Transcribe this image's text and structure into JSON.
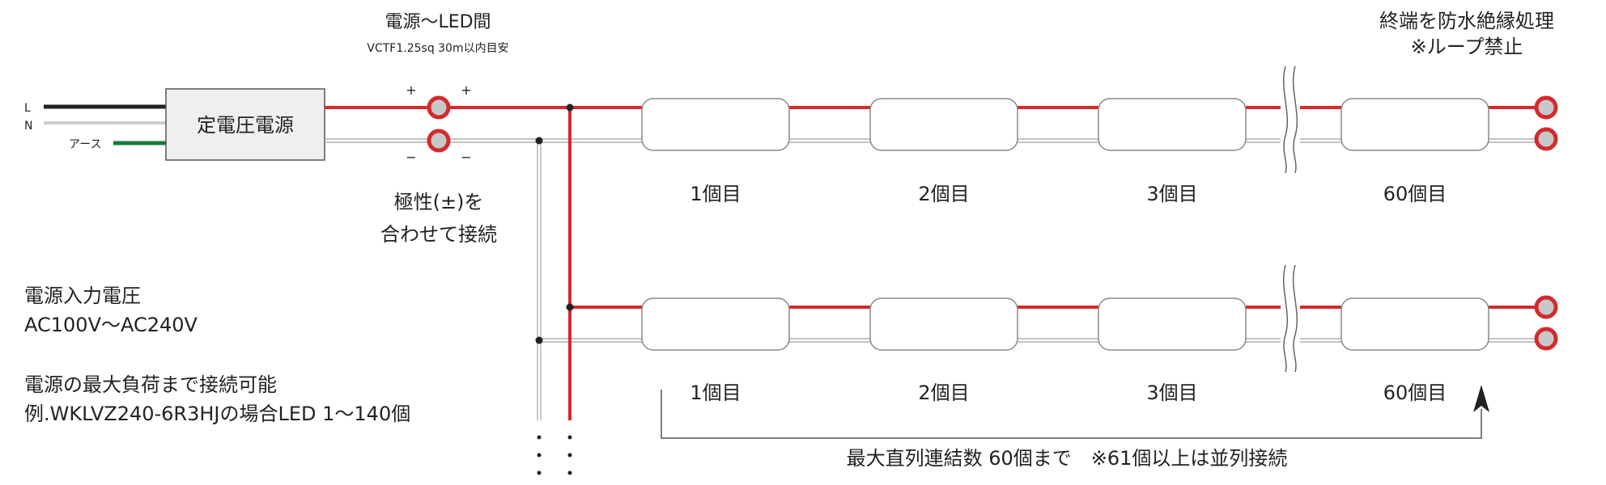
{
  "texts": {
    "top_label_title": "電源〜LED間",
    "top_label_sub": "VCTF1.25sq 30m以内目安",
    "terminal_title_1": "終端を防水絶縁処理",
    "terminal_title_2": "※ループ禁止",
    "psu_label": "定電圧電源",
    "L": "L",
    "N": "N",
    "earth": "アース",
    "plus": "+",
    "minus": "−",
    "polarity_1": "極性(±)を",
    "polarity_2": "合わせて接続",
    "input_title": "電源入力電圧",
    "input_value": "AC100V〜AC240V",
    "load_1": "電源の最大負荷まで接続可能",
    "load_2": "例.WKLVZ240-6R3HJの場合LED 1〜140個",
    "series_note": "最大直列連結数 60個まで　※61個以上は並列接続",
    "row1": {
      "module_1": "1個目",
      "module_2": "2個目",
      "module_3": "3個目",
      "module_60": "60個目"
    },
    "row2": {
      "module_1": "1個目",
      "module_2": "2個目",
      "module_3": "3個目",
      "module_60": "60個目"
    }
  },
  "colors": {
    "positive_wire": "#d42a2e",
    "negative_wire": "#aaaaaa",
    "line_wire": "#222222",
    "earth_wire": "#1a7a3a",
    "psu_fill": "#efefef",
    "terminal_ring": "#d42a2e",
    "terminal_center": "#c8c8c8"
  }
}
